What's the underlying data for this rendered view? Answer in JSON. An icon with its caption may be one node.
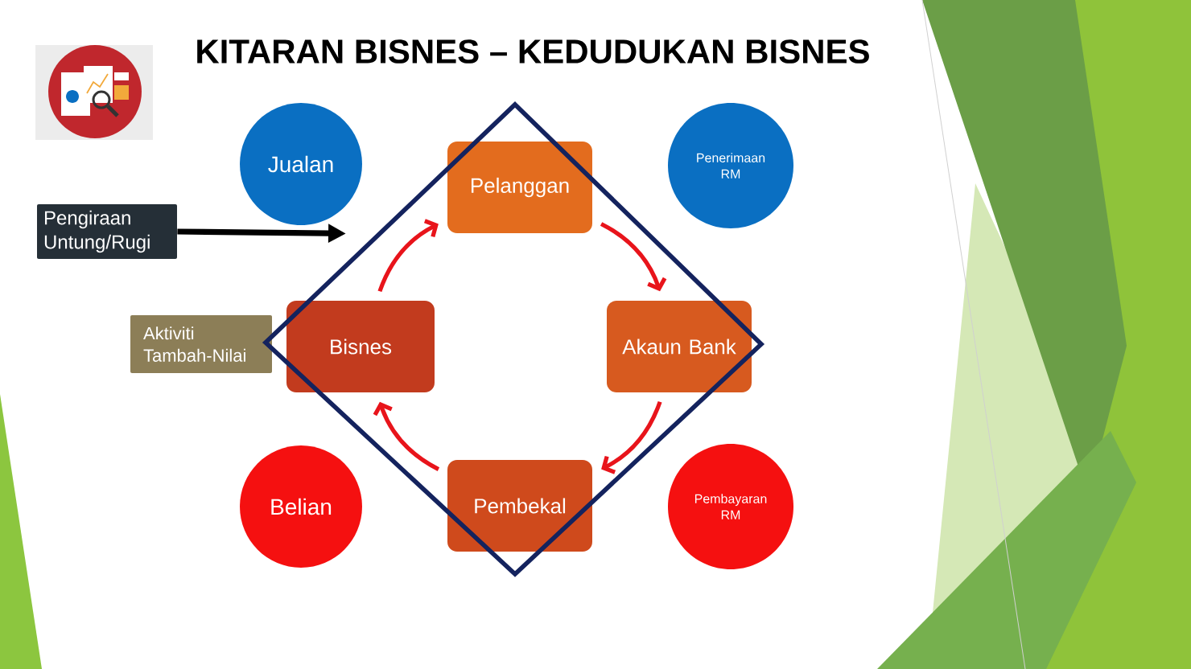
{
  "diagram": {
    "title": "KITARAN BISNES – KEDUDUKAN BISNES",
    "nodes": [
      {
        "text": [
          "Jualan"
        ]
      },
      {
        "text": [
          "Pelanggan"
        ]
      },
      {
        "text": [
          "Penerimaan RM"
        ]
      },
      {
        "text": [
          "Pengiraan Untung/Rugi"
        ]
      },
      {
        "text": [
          "Aktiviti Tambah-Nilai"
        ]
      },
      {
        "text": [
          "Bisnes"
        ]
      },
      {
        "text": [
          "Akaun Bank"
        ]
      },
      {
        "text": [
          "Belian"
        ]
      },
      {
        "text": [
          "Pembekal"
        ]
      },
      {
        "text": [
          "Pembayaran RM"
        ]
      }
    ],
    "edges": [
      {
        "from": 5,
        "to": 1,
        "arrow": "to"
      },
      {
        "from": 1,
        "to": 6,
        "arrow": "to"
      },
      {
        "from": 6,
        "to": 8,
        "arrow": "to"
      },
      {
        "from": 8,
        "to": 5,
        "arrow": "to"
      },
      {
        "from": 3,
        "to": 0,
        "arrow": "to",
        "color": "#000000"
      }
    ]
  }
}
